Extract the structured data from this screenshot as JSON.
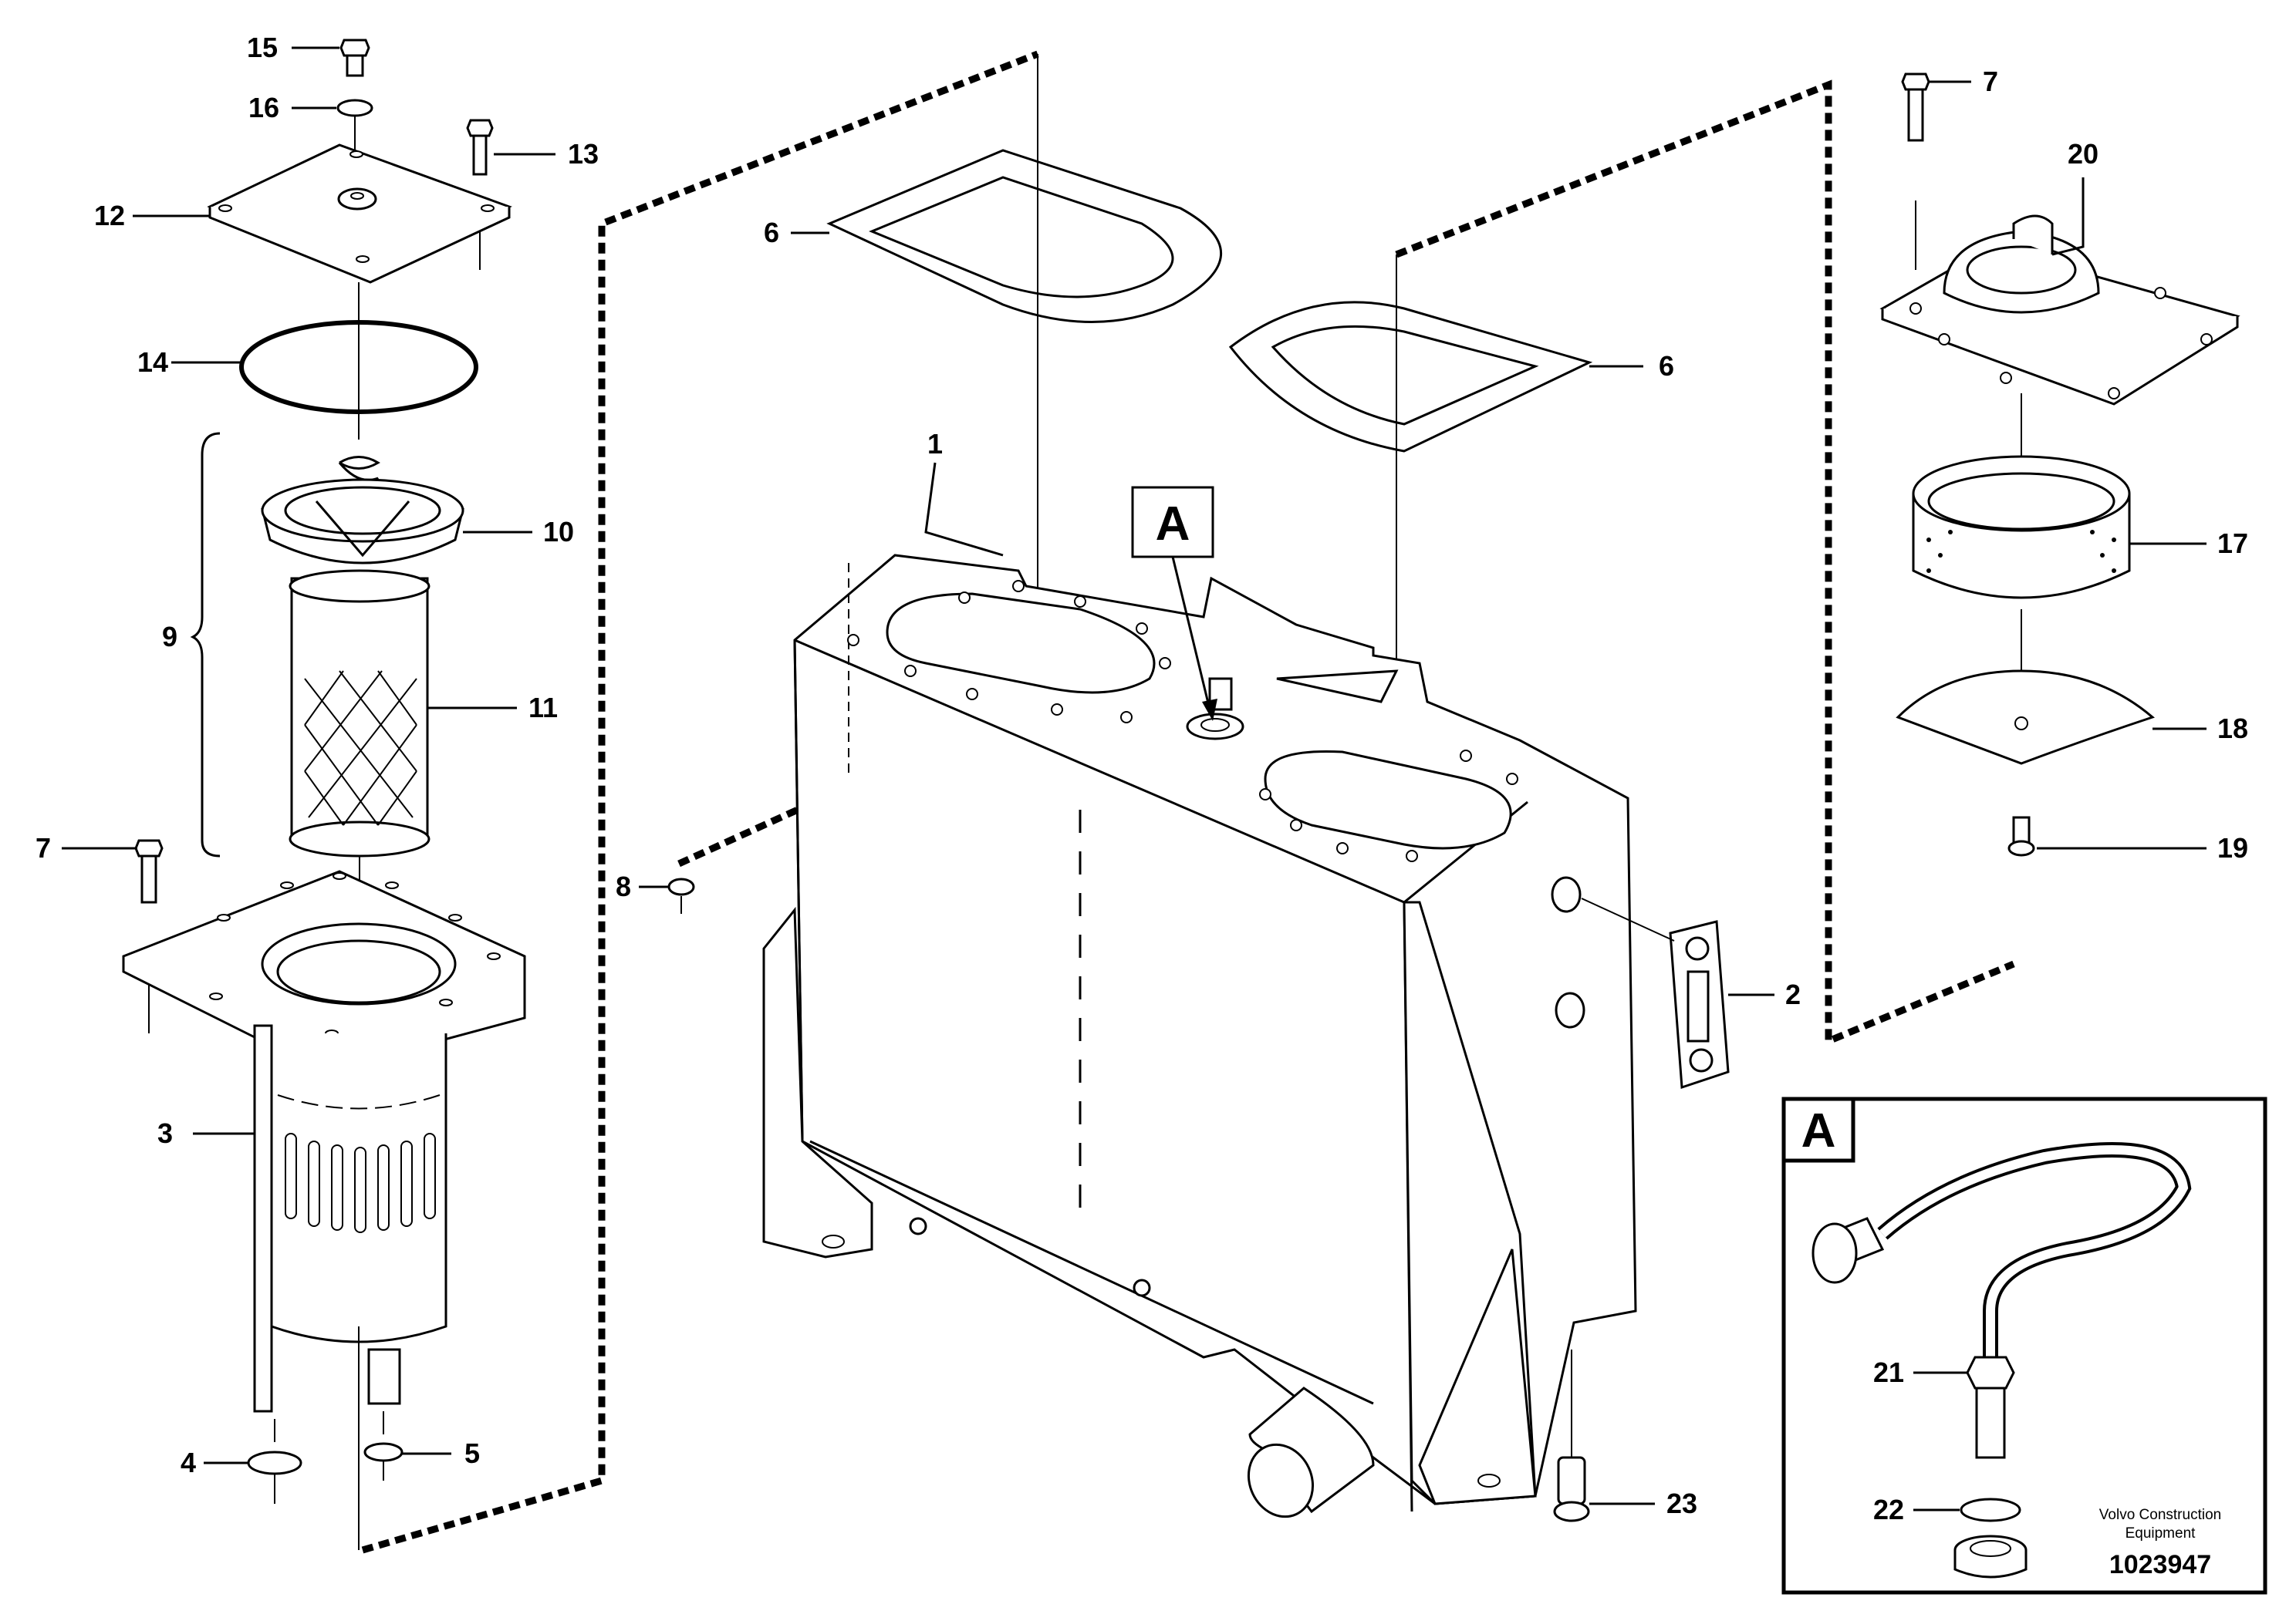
{
  "callouts": {
    "n1": "1",
    "n2": "2",
    "n3": "3",
    "n4": "4",
    "n5": "5",
    "n6a": "6",
    "n6b": "6",
    "n7a": "7",
    "n7b": "7",
    "n8": "8",
    "n9": "9",
    "n10": "10",
    "n11": "11",
    "n12": "12",
    "n13": "13",
    "n14": "14",
    "n15": "15",
    "n16": "16",
    "n17": "17",
    "n18": "18",
    "n19": "19",
    "n20": "20",
    "n21": "21",
    "n22": "22",
    "n23": "23"
  },
  "detail": {
    "marker_label": "A",
    "inset_label": "A"
  },
  "credit": {
    "line1": "Volvo Construction",
    "line2": "Equipment",
    "doc_number": "1023947"
  },
  "colors": {
    "ink": "#000000",
    "paper": "#ffffff",
    "shade": "#e6e6e6"
  }
}
